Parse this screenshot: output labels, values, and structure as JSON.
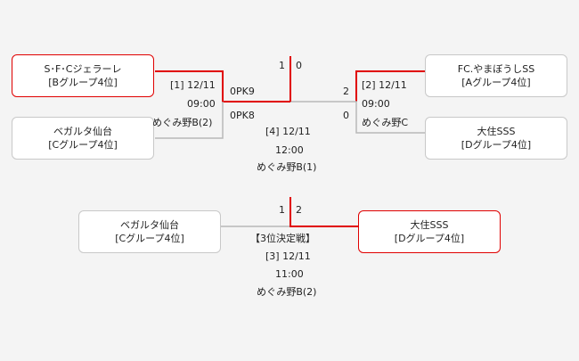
{
  "semi_left": {
    "team1": {
      "name": "S･F･Cジェラーレ",
      "group": "[Bグループ4位]",
      "winner": true
    },
    "team2": {
      "name": "ベガルタ仙台",
      "group": "[Cグループ4位]",
      "winner": false
    },
    "match_no_date": "[1] 12/11",
    "time": "09:00",
    "venue": "めぐみ野B(2)",
    "pk1": "0PK9",
    "pk2": "0PK8"
  },
  "semi_right": {
    "team1": {
      "name": "FC.やまぼうしSS",
      "group": "[Aグループ4位]",
      "winner": true
    },
    "team2": {
      "name": "大住SSS",
      "group": "[Dグループ4位]",
      "winner": false
    },
    "match_no_date": "[2] 12/11",
    "time": "09:00",
    "venue": "めぐみ野C",
    "score1": "2",
    "score2": "0"
  },
  "final": {
    "score_left": "1",
    "score_right": "0",
    "match_no_date": "[4] 12/11",
    "time": "12:00",
    "venue": "めぐみ野B(1)"
  },
  "third_place": {
    "title": "【3位決定戦】",
    "team1": {
      "name": "ベガルタ仙台",
      "group": "[Cグループ4位]",
      "winner": false
    },
    "team2": {
      "name": "大住SSS",
      "group": "[Dグループ4位]",
      "winner": true
    },
    "score_left": "1",
    "score_right": "2",
    "match_no_date": "[3] 12/11",
    "time": "11:00",
    "venue": "めぐみ野B(2)"
  },
  "colors": {
    "win_line": "#e00000",
    "lose_line": "#b8b8b8",
    "background": "#f4f4f4"
  }
}
